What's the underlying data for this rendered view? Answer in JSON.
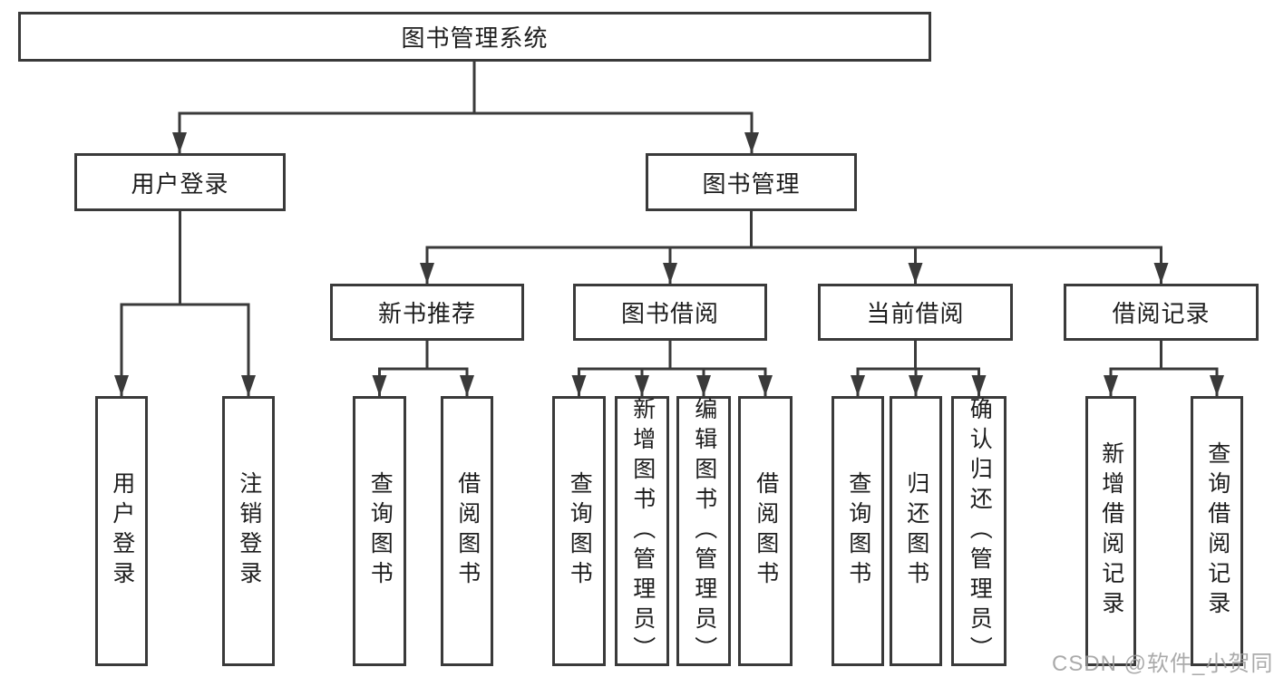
{
  "colors": {
    "line": "#3a3a3a",
    "box_border": "#3a3a3a",
    "text": "#1d1d1d",
    "watermark": "#9c9c9c",
    "background": "#ffffff"
  },
  "diagram": {
    "root": "图书管理系统",
    "level2": [
      "用户登录",
      "图书管理"
    ],
    "level3": [
      "新书推荐",
      "图书借阅",
      "当前借阅",
      "借阅记录"
    ],
    "leaves": {
      "user_login": [
        "用户登录",
        "注销登录"
      ],
      "new_book_recommend": [
        "查询图书",
        "借阅图书"
      ],
      "book_borrow": [
        "查询图书",
        "新增图书（管理员）",
        "编辑图书（管理员）",
        "借阅图书"
      ],
      "current_borrow": [
        "查询图书",
        "归还图书",
        "确认归还（管理员）"
      ],
      "borrow_records": [
        "新增借阅记录",
        "查询借阅记录"
      ]
    }
  },
  "watermark": "CSDN @软件_小贺同学"
}
